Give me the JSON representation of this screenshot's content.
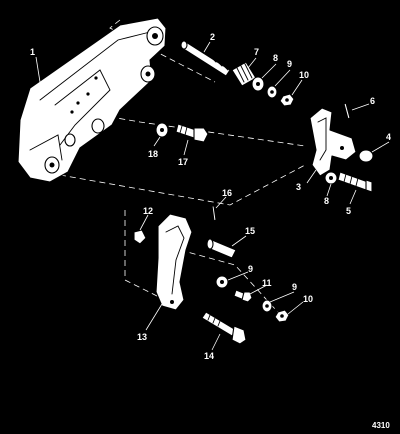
{
  "figure_number": "4310",
  "callouts": [
    "1",
    "2",
    "3",
    "4",
    "5",
    "6",
    "7",
    "8",
    "9",
    "10",
    "11",
    "12",
    "13",
    "14",
    "15",
    "16",
    "17",
    "18"
  ],
  "callouts_repeat": [
    "8",
    "9",
    "10"
  ]
}
